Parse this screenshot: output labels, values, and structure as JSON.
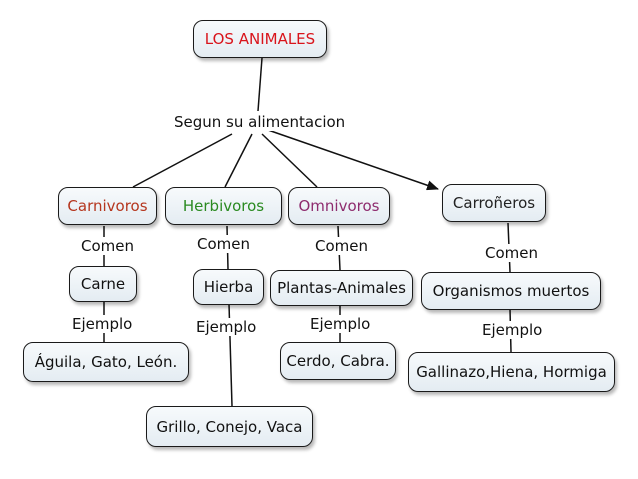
{
  "root": {
    "label": "LOS ANIMALES",
    "color": "#d9141b"
  },
  "criterion": "Segun su alimentacion",
  "link_eats": "Comen",
  "link_example": "Ejemplo",
  "categories": [
    {
      "label": "Carnivoros",
      "color": "#b5361e",
      "food": "Carne",
      "examples": "Águila, Gato, León."
    },
    {
      "label": "Herbivoros",
      "color": "#2a8a20",
      "food": "Hierba",
      "examples": "Grillo, Conejo, Vaca"
    },
    {
      "label": "Omnivoros",
      "color": "#8e2c6e",
      "food": "Plantas-Animales",
      "examples": "Cerdo, Cabra."
    },
    {
      "label": "Carroñeros",
      "color": "#222222",
      "food": "Organismos muertos",
      "examples": "Gallinazo,Hiena, Hormiga"
    }
  ]
}
